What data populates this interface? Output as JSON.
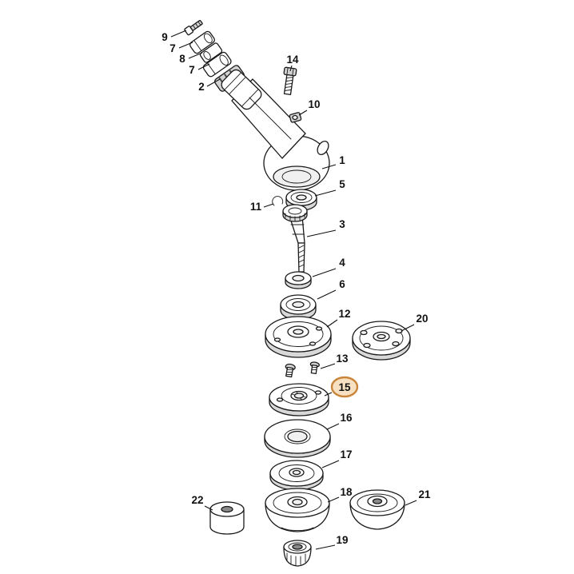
{
  "page": {
    "background": "#ffffff"
  },
  "diagram": {
    "kind": "exploded-parts-diagram",
    "highlighted_part_label": "15",
    "highlight": {
      "stroke": "#c9853a",
      "fill": "rgba(236,168,82,0.35)"
    },
    "callouts": [
      {
        "label": "9"
      },
      {
        "label": "7"
      },
      {
        "label": "8"
      },
      {
        "label": "7"
      },
      {
        "label": "2"
      },
      {
        "label": "14"
      },
      {
        "label": "10"
      },
      {
        "label": "1"
      },
      {
        "label": "5"
      },
      {
        "label": "11"
      },
      {
        "label": "3"
      },
      {
        "label": "4"
      },
      {
        "label": "6"
      },
      {
        "label": "12"
      },
      {
        "label": "20"
      },
      {
        "label": "13"
      },
      {
        "label": "15"
      },
      {
        "label": "16"
      },
      {
        "label": "17"
      },
      {
        "label": "18"
      },
      {
        "label": "21"
      },
      {
        "label": "22"
      },
      {
        "label": "19"
      }
    ]
  }
}
